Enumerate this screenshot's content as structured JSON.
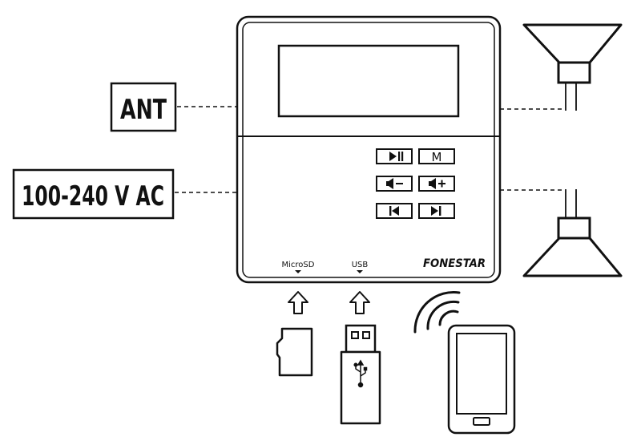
{
  "labels": {
    "antenna": "ANT",
    "power": "100-240 V AC",
    "microsd": "MicroSD",
    "usb": "USB",
    "brand": "FONESTAR"
  },
  "buttons": [
    {
      "id": "play-pause",
      "icon": "play-pause-icon"
    },
    {
      "id": "mode",
      "icon": "mode-icon",
      "text": "M"
    },
    {
      "id": "volume-down",
      "icon": "volume-down-icon"
    },
    {
      "id": "volume-up",
      "icon": "volume-up-icon"
    },
    {
      "id": "previous",
      "icon": "skip-previous-icon"
    },
    {
      "id": "next",
      "icon": "skip-next-icon"
    }
  ],
  "colors": {
    "stroke": "#111111",
    "background": "#ffffff"
  }
}
